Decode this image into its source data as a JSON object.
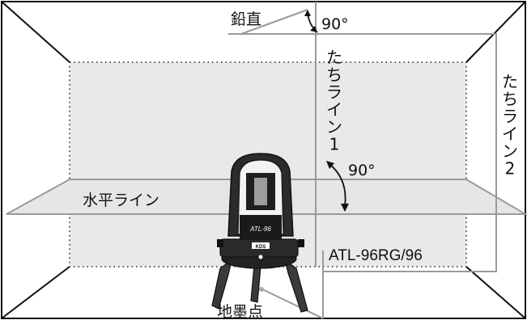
{
  "labels": {
    "vertical": "鉛直",
    "vertical_angle": "90°",
    "line1": "たちライン1",
    "line2": "たちライン2",
    "horizontal": "水平ライン",
    "horizontal_angle": "90°",
    "model": "ATL-96RG/96",
    "ground_point": "地墨点"
  },
  "device_marks": {
    "brand": "ATL-96",
    "sub": "KDS"
  },
  "colors": {
    "outline": "#111111",
    "laser_line": "#9a9a9a",
    "laser_fill": "#e6e6e6",
    "dotted_wall": "#555555"
  }
}
